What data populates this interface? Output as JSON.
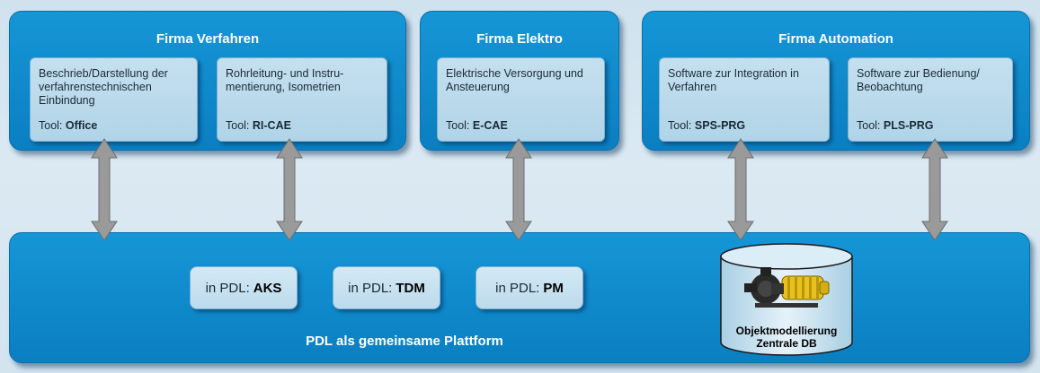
{
  "panels": {
    "verfahren": {
      "title": "Firma Verfahren",
      "boxes": [
        {
          "desc": "Beschrieb/Darstellung der verfahrenstechnischen Einbindung",
          "tool_prefix": "Tool: ",
          "tool": "Office"
        },
        {
          "desc": "Rohrleitung- und Instru-mentierung, Isometrien",
          "tool_prefix": "Tool: ",
          "tool": "RI-CAE"
        }
      ]
    },
    "elektro": {
      "title": "Firma Elektro",
      "boxes": [
        {
          "desc": "Elektrische Versorgung und Ansteuerung",
          "tool_prefix": "Tool: ",
          "tool": "E-CAE"
        }
      ]
    },
    "automation": {
      "title": "Firma Automation",
      "boxes": [
        {
          "desc": "Software zur Integration in Verfahren",
          "tool_prefix": "Tool: ",
          "tool": "SPS-PRG"
        },
        {
          "desc": "Software zur Bedienung/ Beobachtung",
          "tool_prefix": "Tool: ",
          "tool": "PLS-PRG"
        }
      ]
    }
  },
  "platform": {
    "label": "PDL als gemeinsame Plattform",
    "items": [
      {
        "prefix": "in PDL:",
        "name": "AKS"
      },
      {
        "prefix": "in PDL:",
        "name": "TDM"
      },
      {
        "prefix": "in PDL:",
        "name": "PM"
      }
    ],
    "database": {
      "line1": "Objektmodellierung",
      "line2": "Zentrale DB"
    }
  },
  "colors": {
    "panel_blue": "#0a7fc2",
    "box_fill": "#bcdbec",
    "arrow_gray": "#9a9a9a",
    "background": "#d5e6f0"
  }
}
